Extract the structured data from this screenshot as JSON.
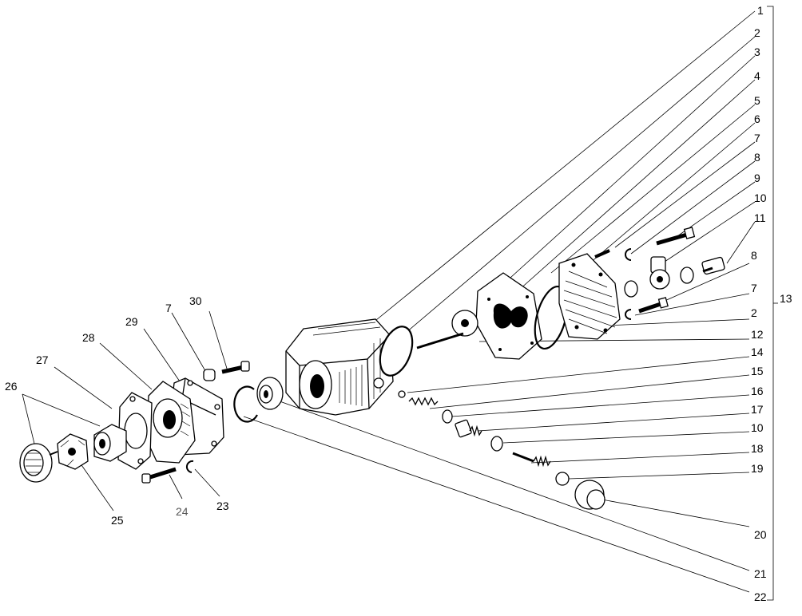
{
  "labels": {
    "l1": "1",
    "l2": "2",
    "l3": "3",
    "l4": "4",
    "l5": "5",
    "l6": "6",
    "l7": "7",
    "l8": "8",
    "l9": "9",
    "l10": "10",
    "l11": "11",
    "l8b": "8",
    "l7b": "7",
    "l2b": "2",
    "l12": "12",
    "l14": "14",
    "l15": "15",
    "l16": "16",
    "l17": "17",
    "l10b": "10",
    "l18": "18",
    "l19": "19",
    "l20": "20",
    "l21": "21",
    "l22": "22",
    "l13": "13",
    "l30": "30",
    "l7c": "7",
    "l29": "29",
    "l28": "28",
    "l27": "27",
    "l26": "26",
    "l25": "25",
    "l24": "24",
    "l23": "23"
  },
  "colors": {
    "ink": "#000000",
    "paper": "#ffffff",
    "label_gray": "#555555"
  }
}
